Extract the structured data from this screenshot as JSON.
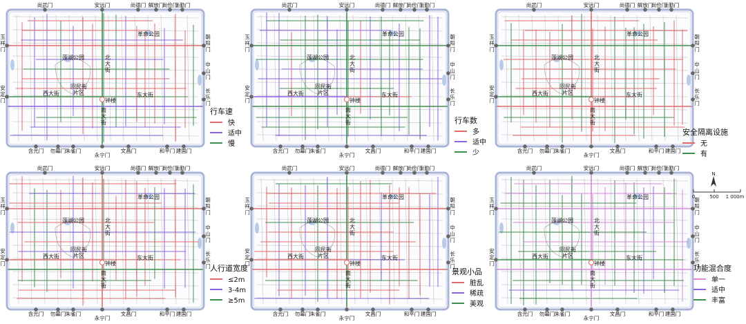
{
  "gates_top": [
    "尚武门",
    "安远门",
    "尚德门",
    "解放门",
    "尚俭门",
    "尚勤门"
  ],
  "gates_bottom": [
    "含光门",
    "勿幕门",
    "朱雀门",
    "永宁门",
    "文昌门",
    "和平门",
    "建国门"
  ],
  "gates_left": [
    "玉祥门",
    "安定门"
  ],
  "gates_right": [
    "朝阳门",
    "中山门",
    "长乐门"
  ],
  "places": [
    "革命公园",
    "莲湖公园",
    "北大街",
    "回民街片区",
    "西大街",
    "钟楼",
    "南大街",
    "东大街"
  ],
  "panels": [
    {
      "title": "行车速",
      "items": [
        {
          "label": "快",
          "color": "#e06a6a"
        },
        {
          "label": "适中",
          "color": "#8a63e0"
        },
        {
          "label": "慢",
          "color": "#3f8f4f"
        }
      ]
    },
    {
      "title": "行车数",
      "items": [
        {
          "label": "多",
          "color": "#e06a6a"
        },
        {
          "label": "适中",
          "color": "#8a63e0"
        },
        {
          "label": "少",
          "color": "#3f8f4f"
        }
      ]
    },
    {
      "title": "安全隔离设施",
      "items": [
        {
          "label": "无",
          "color": "#e06a6a"
        },
        {
          "label": "有",
          "color": "#3f8f4f"
        }
      ]
    },
    {
      "title": "人行道宽度",
      "items": [
        {
          "label": "≤2m",
          "color": "#e06a6a"
        },
        {
          "label": "3-4m",
          "color": "#8a63e0"
        },
        {
          "label": "≥5m",
          "color": "#3f8f4f"
        }
      ]
    },
    {
      "title": "景观小品",
      "items": [
        {
          "label": "脏乱",
          "color": "#e06a6a"
        },
        {
          "label": "稀疏",
          "color": "#8a63e0"
        },
        {
          "label": "美观",
          "color": "#3f8f4f"
        }
      ]
    },
    {
      "title": "功能混合度",
      "items": [
        {
          "label": "单一",
          "color": "#d88ad8"
        },
        {
          "label": "适中",
          "color": "#8a63e0"
        },
        {
          "label": "丰富",
          "color": "#3f8f4f"
        }
      ]
    }
  ],
  "scale": {
    "labels": [
      "0",
      "500",
      "1 000m"
    ],
    "north": "N"
  },
  "colors": {
    "wall": "#a9b4d6",
    "gate": "#666666",
    "water": "#b8cbe8",
    "grey_road": "#b9b9b9"
  }
}
